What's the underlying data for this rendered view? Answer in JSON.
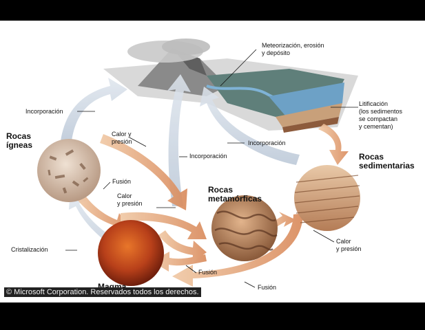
{
  "rock_types": {
    "igneous": "Rocas\nígneas",
    "sedimentary": "Rocas\nsedimentarias",
    "metamorphic": "Rocas\nmetamórficas",
    "magma": "Magma"
  },
  "processes": {
    "weathering": "Meteorización, erosión\ny depósito",
    "lithification": "Litificación\n(los sedimentos\nse compactan\ny cementan)",
    "incorporation_left": "Incorporación",
    "incorporation_center": "Incorporación",
    "incorporation_right": "Incorporación",
    "heat_pressure_top": "Calor y\npresión",
    "melting_igneous": "Fusión",
    "heat_pressure_mid": "Calor\ny presión",
    "crystallization": "Cristalización",
    "melting_metamorphic": "Fusión",
    "melting_sedimentary": "Fusión",
    "heat_pressure_right": "Calor\ny presión"
  },
  "copyright": "© Microsoft Corporation. Reservados todos los derechos."
}
